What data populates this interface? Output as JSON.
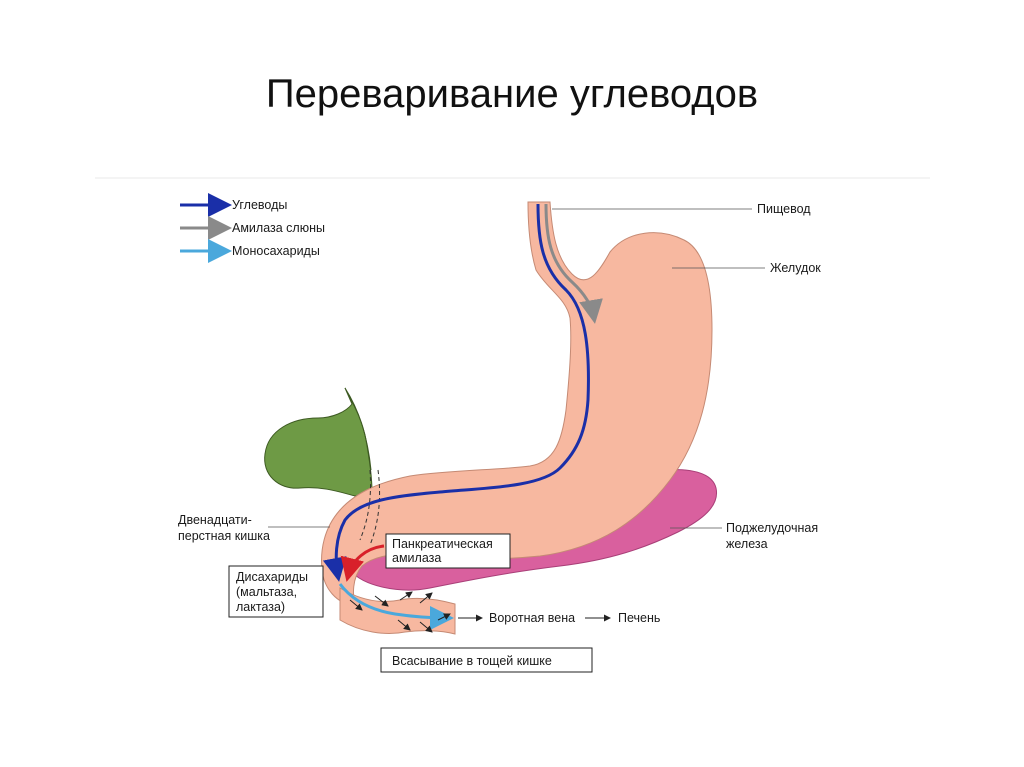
{
  "title": "Переваривание углеводов",
  "legend": [
    {
      "label": "Углеводы",
      "color": "#1a2fa8"
    },
    {
      "label": "Амилаза слюны",
      "color": "#8a8a8a"
    },
    {
      "label": "Моносахариды",
      "color": "#4aa8dc"
    }
  ],
  "labels": {
    "esophagus": "Пищевод",
    "stomach": "Желудок",
    "duodenum_line1": "Двенадцати-",
    "duodenum_line2": "перстная кишка",
    "pancreas_line1": "Поджелудочная",
    "pancreas_line2": "железа",
    "pancreatic_amylase_line1": "Панкреатическая",
    "pancreatic_amylase_line2": "амилаза",
    "disaccharides_line1": "Дисахариды",
    "disaccharides_line2": "(мальтаза,",
    "disaccharides_line3": "лактаза)",
    "portal_vein": "Воротная вена",
    "liver": "Печень",
    "absorption": "Всасывание в тощей кишке"
  },
  "colors": {
    "stomach": "#f7b8a0",
    "pancreas": "#d9609e",
    "gallbladder": "#6e9a45",
    "carbs_arrow": "#1a2fa8",
    "amylase_arrow": "#8a8a8a",
    "mono_arrow": "#4aa8dc",
    "pancreatic_arrow": "#d8202a"
  }
}
